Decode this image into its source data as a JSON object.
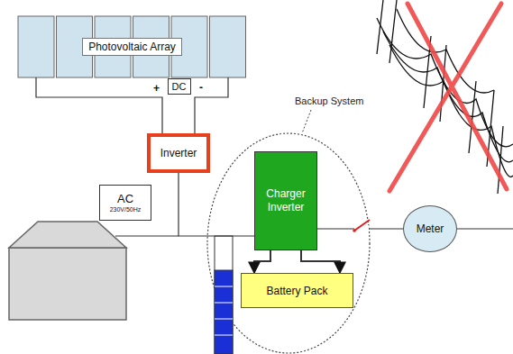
{
  "diagram": {
    "nodes": [
      {
        "text": [
          "Photovoltaic Array"
        ]
      },
      {
        "text": [
          "DC"
        ]
      },
      {
        "text": [
          "Inverter"
        ]
      },
      {
        "text": [
          "AC",
          "230V/50Hz"
        ]
      },
      {
        "text": [
          "Backup System"
        ]
      },
      {
        "text": [
          "Charger Inverter"
        ],
        "in": 4
      },
      {
        "text": [
          "Battery Pack"
        ],
        "in": 4
      },
      {
        "text": [
          "Meter"
        ]
      }
    ],
    "edges": [
      {
        "from": 0,
        "to": 2,
        "arrow": "none"
      },
      {
        "from": 0,
        "to": 2,
        "arrow": "none"
      },
      {
        "from": 2,
        "to": 5,
        "arrow": "none"
      },
      {
        "from": 5,
        "to": 7,
        "arrow": "none"
      },
      {
        "from": 5,
        "to": 6,
        "arrow": "to"
      },
      {
        "from": 5,
        "to": 6,
        "arrow": "to"
      }
    ],
    "labels": [
      "+",
      "-"
    ]
  }
}
